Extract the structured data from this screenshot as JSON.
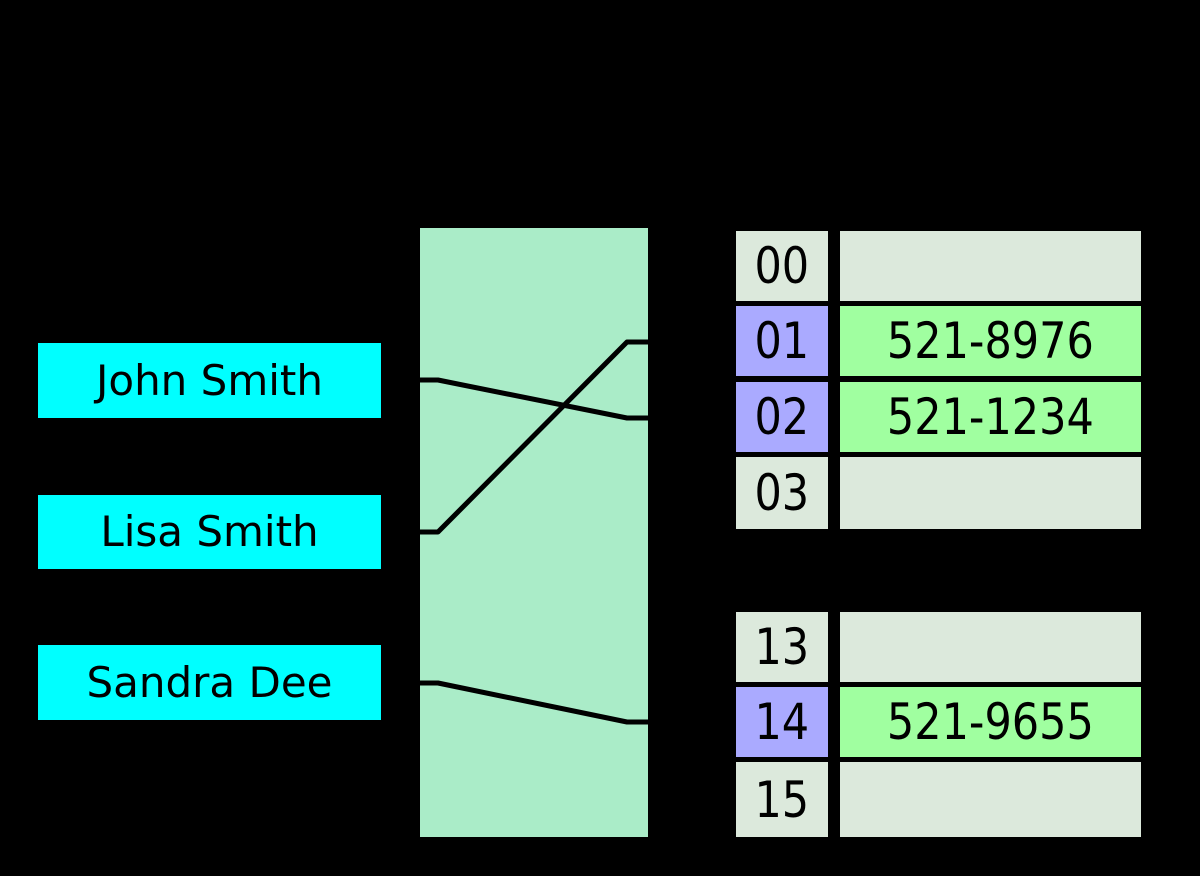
{
  "diagram": {
    "keys": [
      {
        "label": "John Smith"
      },
      {
        "label": "Lisa Smith"
      },
      {
        "label": "Sandra Dee"
      }
    ],
    "buckets": {
      "rows": [
        {
          "index": "00",
          "value": "",
          "occupied": false
        },
        {
          "index": "01",
          "value": "521-8976",
          "occupied": true
        },
        {
          "index": "02",
          "value": "521-1234",
          "occupied": true
        },
        {
          "index": "03",
          "value": "",
          "occupied": false
        },
        {
          "index": "13",
          "value": "",
          "occupied": false
        },
        {
          "index": "14",
          "value": "521-9655",
          "occupied": true
        },
        {
          "index": "15",
          "value": "",
          "occupied": false
        }
      ]
    },
    "mappings": [
      {
        "from": "John Smith",
        "to": "02"
      },
      {
        "from": "Lisa Smith",
        "to": "01"
      },
      {
        "from": "Sandra Dee",
        "to": "14"
      }
    ],
    "colors": {
      "background": "#000000",
      "key_box": "#00ffff",
      "hash_function_box": "#aaecc8",
      "bucket_cell_default": "#dce9dc",
      "bucket_index_occupied": "#aaaaff",
      "bucket_value_occupied": "#a0ffa0",
      "mapping_line": "#000000",
      "text": "#000000"
    }
  }
}
